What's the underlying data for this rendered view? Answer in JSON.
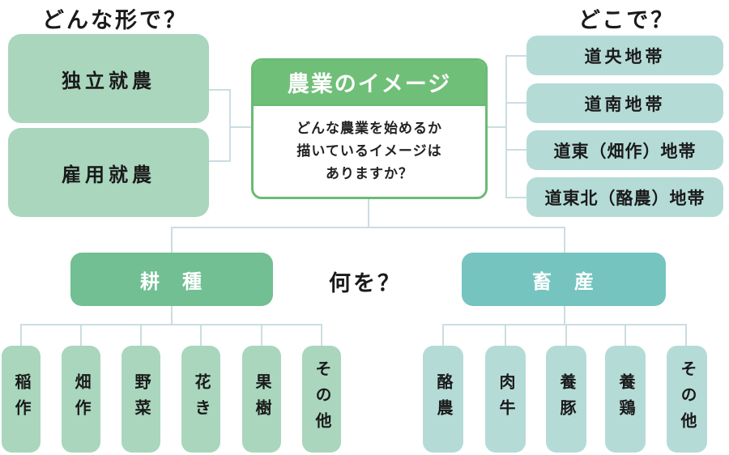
{
  "palette": {
    "light_green": "#a9d6bd",
    "light_teal": "#b5dbd7",
    "jade_green": "#71bf93",
    "teal": "#75c4c0",
    "header_green": "#70bf78",
    "border_green": "#69bc74",
    "connector_line": "#cbdde2",
    "text_dark": "#1a1a1a"
  },
  "headings": {
    "form": "どんな形で？",
    "where": "どこで？",
    "what": "何を？"
  },
  "form_branch": {
    "items": [
      "独立就農",
      "雇用就農"
    ]
  },
  "center": {
    "title": "農業のイメージ",
    "body_lines": [
      "どんな農業を始めるか",
      "描いているイメージは",
      "ありますか？"
    ]
  },
  "region_branch": {
    "items": [
      "道央地帯",
      "道南地帯",
      "道東（畑作）地帯",
      "道東北（酪農）地帯"
    ]
  },
  "categories": {
    "cultivation": "耕　種",
    "livestock": "畜　産"
  },
  "cultivation_items": [
    "稲作",
    "畑作",
    "野菜",
    "花き",
    "果樹",
    "その他"
  ],
  "livestock_items": [
    "酪農",
    "肉牛",
    "養豚",
    "養鶏",
    "その他"
  ]
}
